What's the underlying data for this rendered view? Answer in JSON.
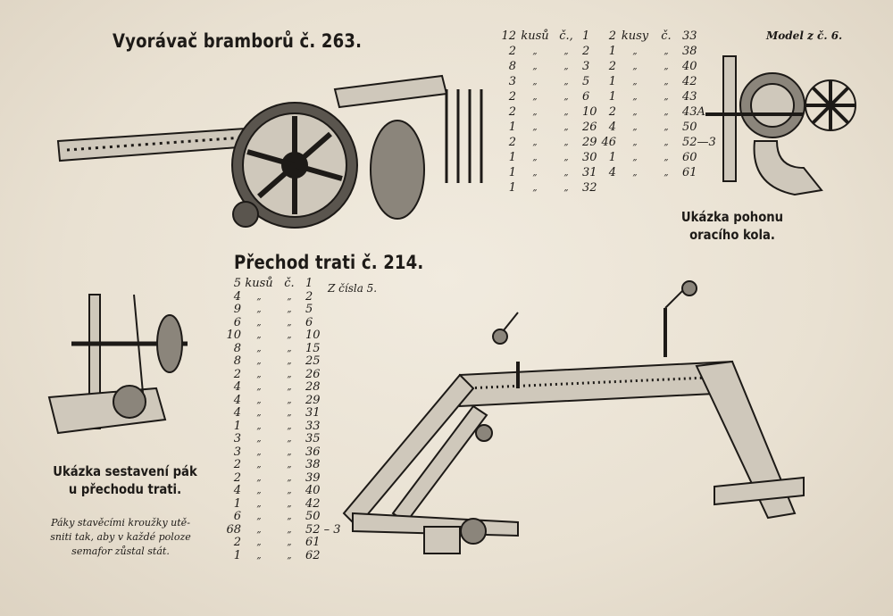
{
  "header": {
    "title": "Vyorávač bramborů č. 263.",
    "model_ref": "Model z č. 6."
  },
  "potato_digger_parts": {
    "col1": [
      {
        "qty": "12",
        "unit": "kusů",
        "no_label": "č.,",
        "part": "1"
      },
      {
        "qty": "2",
        "unit": "„",
        "no_label": "„",
        "part": "2"
      },
      {
        "qty": "8",
        "unit": "„",
        "no_label": "„",
        "part": "3"
      },
      {
        "qty": "3",
        "unit": "„",
        "no_label": "„",
        "part": "5"
      },
      {
        "qty": "2",
        "unit": "„",
        "no_label": "„",
        "part": "6"
      },
      {
        "qty": "2",
        "unit": "„",
        "no_label": "„",
        "part": "10"
      },
      {
        "qty": "1",
        "unit": "„",
        "no_label": "„",
        "part": "26"
      },
      {
        "qty": "2",
        "unit": "„",
        "no_label": "„",
        "part": "29"
      },
      {
        "qty": "1",
        "unit": "„",
        "no_label": "„",
        "part": "30"
      },
      {
        "qty": "1",
        "unit": "„",
        "no_label": "„",
        "part": "31"
      },
      {
        "qty": "1",
        "unit": "„",
        "no_label": "„",
        "part": "32"
      }
    ],
    "col2": [
      {
        "qty": "2",
        "unit": "kusy",
        "no_label": "č.",
        "part": "33"
      },
      {
        "qty": "1",
        "unit": "„",
        "no_label": "„",
        "part": "38"
      },
      {
        "qty": "2",
        "unit": "„",
        "no_label": "„",
        "part": "40"
      },
      {
        "qty": "1",
        "unit": "„",
        "no_label": "„",
        "part": "42"
      },
      {
        "qty": "1",
        "unit": "„",
        "no_label": "„",
        "part": "43"
      },
      {
        "qty": "2",
        "unit": "„",
        "no_label": "„",
        "part": "43A"
      },
      {
        "qty": "4",
        "unit": "„",
        "no_label": "„",
        "part": "50"
      },
      {
        "qty": "46",
        "unit": "„",
        "no_label": "„",
        "part": "52—3"
      },
      {
        "qty": "1",
        "unit": "„",
        "no_label": "„",
        "part": "60"
      },
      {
        "qty": "4",
        "unit": "„",
        "no_label": "„",
        "part": "61"
      }
    ]
  },
  "drive_caption": {
    "line1": "Ukázka pohonu",
    "line2": "oracího kola."
  },
  "crossing": {
    "title": "Přechod trati č. 214.",
    "source": "Z čísla 5.",
    "parts": [
      {
        "qty": "5",
        "unit": "kusů",
        "no_label": "č.",
        "part": "1"
      },
      {
        "qty": "4",
        "unit": "„",
        "no_label": "„",
        "part": "2"
      },
      {
        "qty": "9",
        "unit": "„",
        "no_label": "„",
        "part": "5"
      },
      {
        "qty": "6",
        "unit": "„",
        "no_label": "„",
        "part": "6"
      },
      {
        "qty": "10",
        "unit": "„",
        "no_label": "„",
        "part": "10"
      },
      {
        "qty": "8",
        "unit": "„",
        "no_label": "„",
        "part": "15"
      },
      {
        "qty": "8",
        "unit": "„",
        "no_label": "„",
        "part": "25"
      },
      {
        "qty": "2",
        "unit": "„",
        "no_label": "„",
        "part": "26"
      },
      {
        "qty": "4",
        "unit": "„",
        "no_label": "„",
        "part": "28"
      },
      {
        "qty": "4",
        "unit": "„",
        "no_label": "„",
        "part": "29"
      },
      {
        "qty": "4",
        "unit": "„",
        "no_label": "„",
        "part": "31"
      },
      {
        "qty": "1",
        "unit": "„",
        "no_label": "„",
        "part": "33"
      },
      {
        "qty": "3",
        "unit": "„",
        "no_label": "„",
        "part": "35"
      },
      {
        "qty": "3",
        "unit": "„",
        "no_label": "„",
        "part": "36"
      },
      {
        "qty": "2",
        "unit": "„",
        "no_label": "„",
        "part": "38"
      },
      {
        "qty": "2",
        "unit": "„",
        "no_label": "„",
        "part": "39"
      },
      {
        "qty": "4",
        "unit": "„",
        "no_label": "„",
        "part": "40"
      },
      {
        "qty": "1",
        "unit": "„",
        "no_label": "„",
        "part": "42"
      },
      {
        "qty": "6",
        "unit": "„",
        "no_label": "„",
        "part": "50"
      },
      {
        "qty": "68",
        "unit": "„",
        "no_label": "„",
        "part": "52 – 3"
      },
      {
        "qty": "2",
        "unit": "„",
        "no_label": "„",
        "part": "61"
      },
      {
        "qty": "1",
        "unit": "„",
        "no_label": "„",
        "part": "62"
      }
    ]
  },
  "levers_caption": {
    "line1": "Ukázka sestavení pák",
    "line2": "u přechodu trati."
  },
  "levers_note": {
    "line1": "Páky stavěcími kroužky utě-",
    "line2": "sniti tak, aby v každé poloze",
    "line3": "semafor zůstal stát."
  }
}
